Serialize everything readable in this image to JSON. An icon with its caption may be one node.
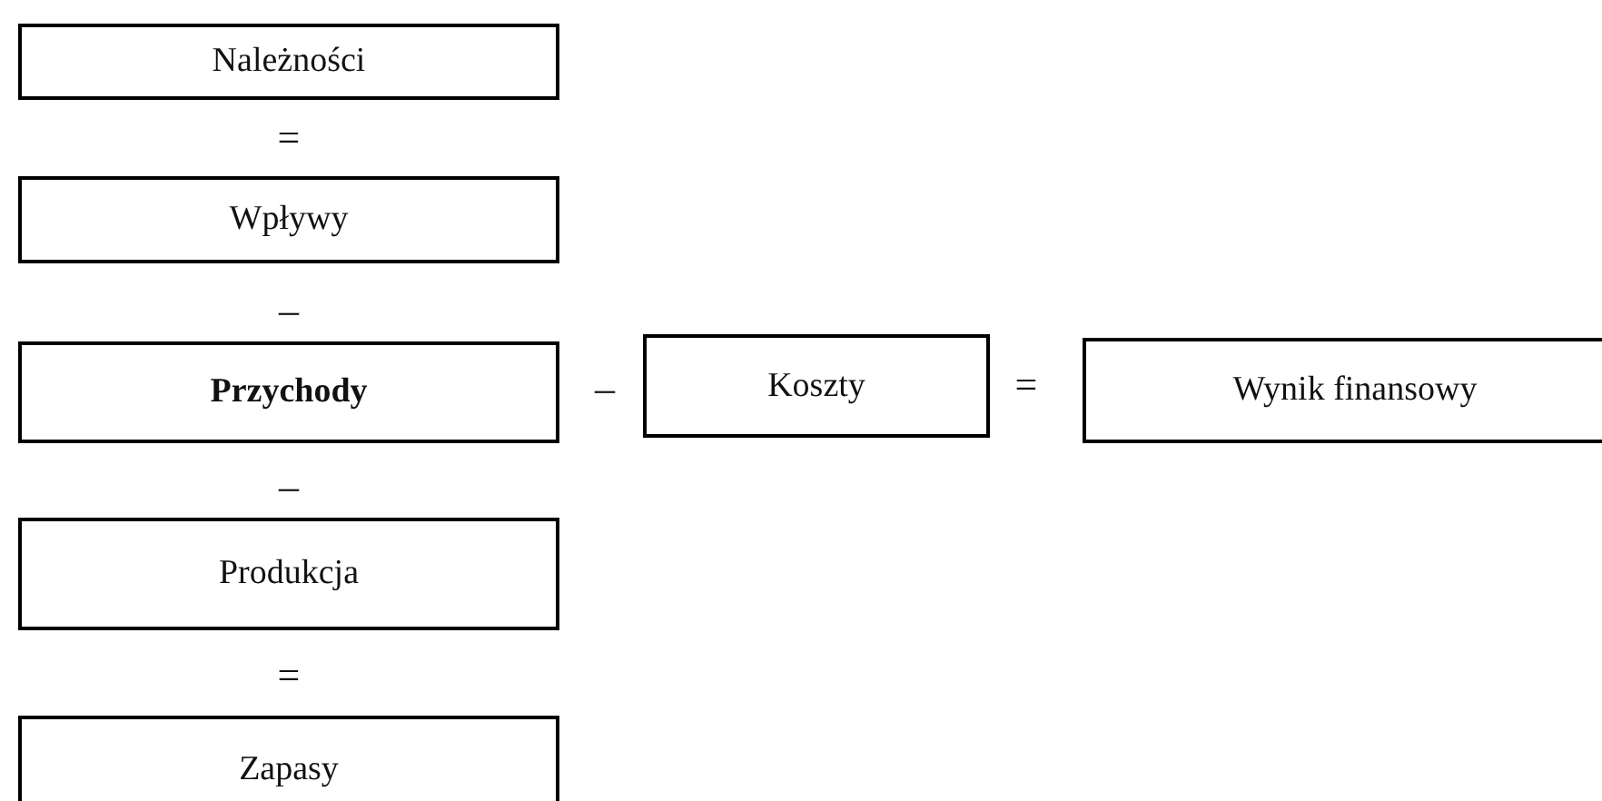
{
  "diagram": {
    "nodes": [
      {
        "text": [
          "Należności"
        ]
      },
      {
        "text": [
          "Wpływy"
        ]
      },
      {
        "text": [
          "Przychody"
        ]
      },
      {
        "text": [
          "Koszty"
        ]
      },
      {
        "text": [
          "Wynik finansowy"
        ]
      },
      {
        "text": [
          "Produkcja"
        ]
      },
      {
        "text": [
          "Zapasy"
        ]
      }
    ],
    "labels": [
      "=",
      "–",
      "–",
      "=",
      "–",
      "="
    ]
  }
}
